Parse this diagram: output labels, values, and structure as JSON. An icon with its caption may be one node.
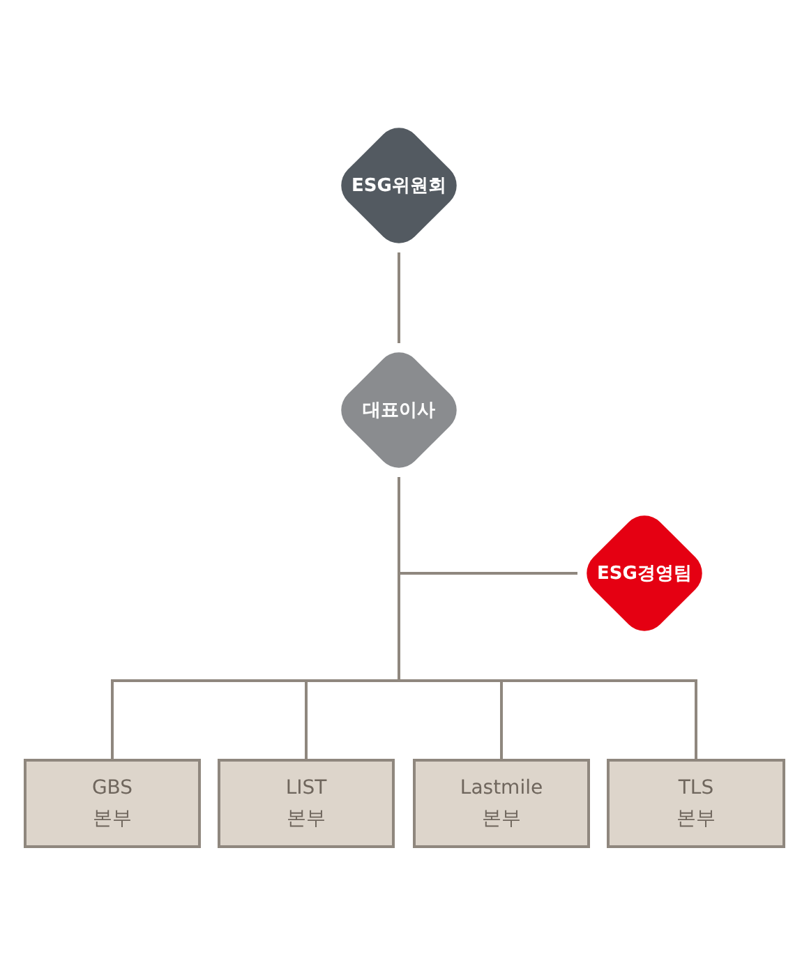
{
  "diagram": {
    "nodes": [
      {
        "text": [
          "ESG위원회"
        ]
      },
      {
        "text": [
          "대표이사"
        ]
      },
      {
        "text": [
          "ESG경영팀"
        ]
      },
      {
        "text": [
          "GBS 본부"
        ]
      },
      {
        "text": [
          "LIST 본부"
        ]
      },
      {
        "text": [
          "Lastmile 본부"
        ]
      },
      {
        "text": [
          "TLS 본부"
        ]
      }
    ],
    "edges": [
      {
        "from": 0,
        "to": 1,
        "arrow": "none"
      },
      {
        "from": 1,
        "to": 2,
        "arrow": "none"
      },
      {
        "from": 1,
        "to": 3,
        "arrow": "none"
      },
      {
        "from": 1,
        "to": 4,
        "arrow": "none"
      },
      {
        "from": 1,
        "to": 5,
        "arrow": "none"
      },
      {
        "from": 1,
        "to": 6,
        "arrow": "none"
      }
    ]
  }
}
